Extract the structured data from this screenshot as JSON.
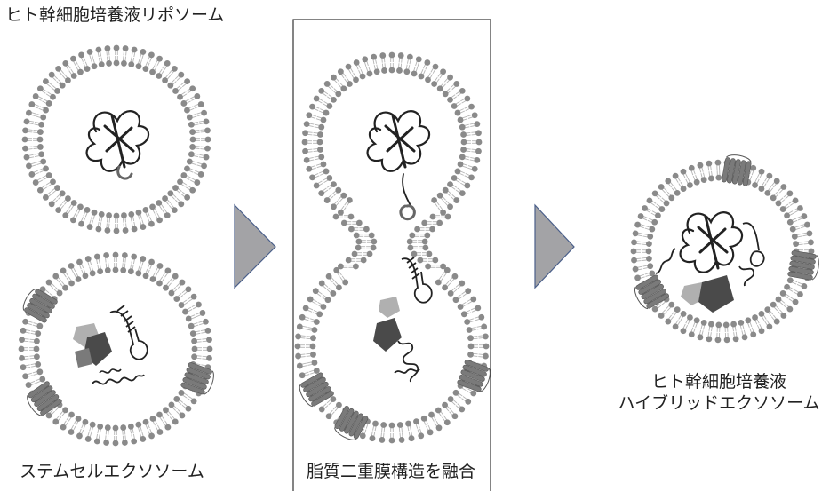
{
  "labels": {
    "liposome": "ヒト幹細胞培養液リポソーム",
    "exosome": "ステムセルエクソソーム",
    "fusion": "脂質二重膜構造を融合",
    "hybrid_line1": "ヒト幹細胞培養液",
    "hybrid_line2": "ハイブリッドエクソソーム"
  },
  "colors": {
    "lipid_head": "#8a8a8a",
    "lipid_tail": "#b5b5b5",
    "arrow_fill": "#a3a3a6",
    "arrow_stroke": "#4a5f8a",
    "protein": "#7a7a7a",
    "protein_light": "#b0b0b0",
    "protein_dark": "#4a4a4a",
    "frame": "#333333"
  },
  "icons": [
    "lipid-bilayer-icon",
    "protein-coil-icon",
    "rna-hairpin-icon",
    "arrow-right-icon",
    "membrane-protein-icon"
  ]
}
